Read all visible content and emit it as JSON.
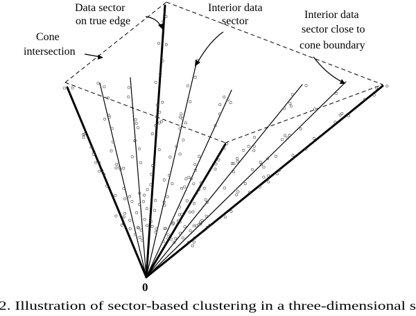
{
  "labels": {
    "data_sector_edge_1": "Data sector",
    "data_sector_edge_2": "on true edge",
    "interior_1": "Interior data",
    "interior_2": "sector",
    "boundary_1": "Interior data",
    "boundary_2": "sector close to",
    "boundary_3": "cone boundary",
    "cone_1": "Cone",
    "cone_2": "intersection",
    "origin": "0"
  },
  "caption": "2. Illustration of sector-based clustering in a three-dimensional s"
}
